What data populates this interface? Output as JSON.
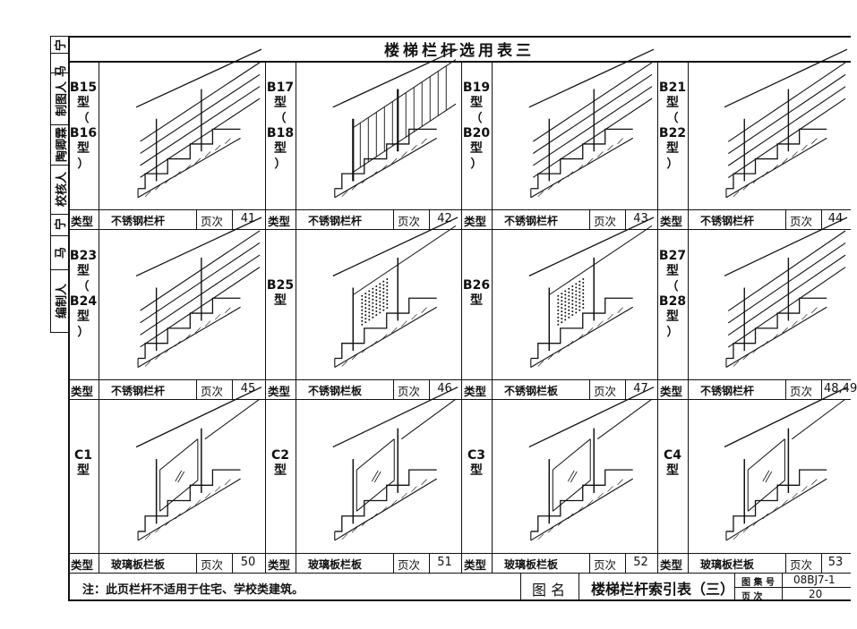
{
  "sidebar": {
    "cells": [
      "宁",
      "马",
      "制图人",
      "陶卿霖",
      "校核人",
      "宁",
      "马",
      "编制人"
    ]
  },
  "table": {
    "title": "楼梯栏杆选用表三",
    "type_label": "类型",
    "page_label": "页次",
    "rows": [
      [
        {
          "code": [
            "B15",
            "型",
            "（",
            "B16",
            "型",
            "）"
          ],
          "name": "不锈钢栏杆",
          "page": "41",
          "style": "bar"
        },
        {
          "code": [
            "B17",
            "型",
            "（",
            "B18",
            "型",
            "）"
          ],
          "name": "不锈钢栏杆",
          "page": "42",
          "style": "baluster"
        },
        {
          "code": [
            "B19",
            "型",
            "（",
            "B20",
            "型",
            "）"
          ],
          "name": "不锈钢栏杆",
          "page": "43",
          "style": "bar"
        },
        {
          "code": [
            "B21",
            "型",
            "（",
            "B22",
            "型",
            "）"
          ],
          "name": "不锈钢栏杆",
          "page": "44",
          "style": "bar"
        }
      ],
      [
        {
          "code": [
            "B23",
            "型",
            "（",
            "B24",
            "型",
            "）"
          ],
          "name": "不锈钢栏杆",
          "page": "45",
          "style": "bar"
        },
        {
          "code": [
            "B25",
            "型"
          ],
          "name": "不锈钢栏板",
          "page": "46",
          "style": "mesh"
        },
        {
          "code": [
            "B26",
            "型"
          ],
          "name": "不锈钢栏板",
          "page": "47",
          "style": "mesh"
        },
        {
          "code": [
            "B27",
            "型",
            "（",
            "B28",
            "型",
            "）"
          ],
          "name": "不锈钢栏杆",
          "page": "48,49",
          "style": "bar"
        }
      ],
      [
        {
          "code": [
            "C1",
            "型"
          ],
          "name": "玻璃板栏板",
          "page": "50",
          "style": "glass"
        },
        {
          "code": [
            "C2",
            "型"
          ],
          "name": "玻璃板栏板",
          "page": "51",
          "style": "glass"
        },
        {
          "code": [
            "C3",
            "型"
          ],
          "name": "玻璃板栏板",
          "page": "52",
          "style": "glass"
        },
        {
          "code": [
            "C4",
            "型"
          ],
          "name": "玻璃板栏板",
          "page": "53",
          "style": "glass"
        }
      ]
    ]
  },
  "footer": {
    "note": "注：此页栏杆不适用于住宅、学校类建筑。",
    "figure_label": "图  名",
    "figure_name": "楼梯栏杆索引表（三）",
    "atlas_label": "图 集 号",
    "atlas_value": "08BJ7-1",
    "page_label": "页    次",
    "page_value": "20"
  }
}
